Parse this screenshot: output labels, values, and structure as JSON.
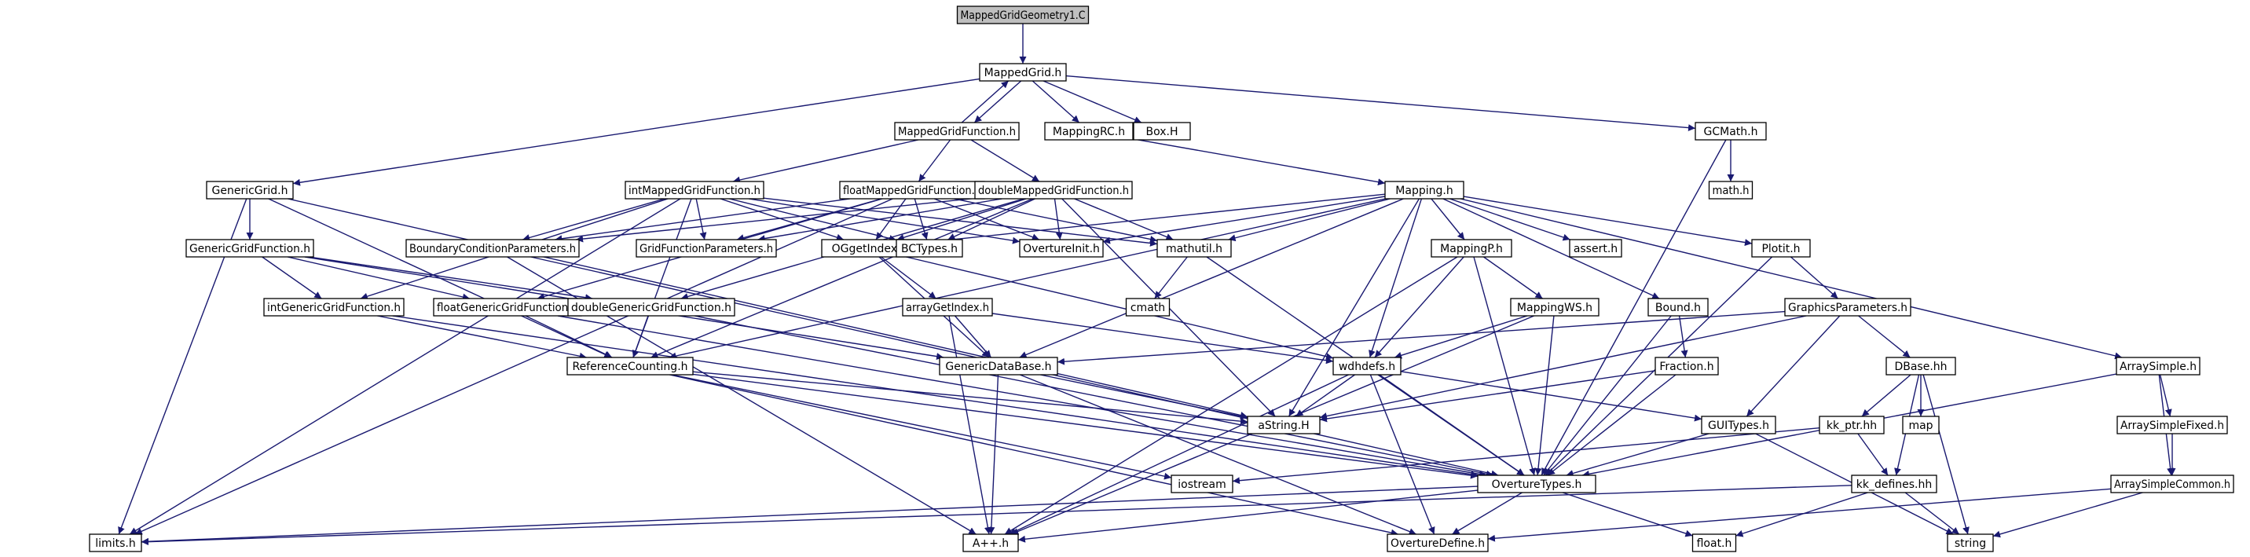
{
  "diagram": {
    "style": {
      "edge_color": "#191970",
      "node_fill": "#ffffff",
      "root_fill": "#bfbfbf",
      "border_normal": "#000000",
      "border_external": "#bfbfbf",
      "border_truncated": "#ff0000",
      "text_external": "#7f7f7f"
    },
    "nodes": [
      {
        "id": "n0",
        "label": "MappedGridGeometry1.C",
        "kind": "root"
      },
      {
        "id": "n1",
        "label": "MappedGrid.h",
        "kind": "normal"
      },
      {
        "id": "n2",
        "label": "MappedGridFunction.h",
        "kind": "normal"
      },
      {
        "id": "n3",
        "label": "MappingRC.h",
        "kind": "normal"
      },
      {
        "id": "n4",
        "label": "Box.H",
        "kind": "external"
      },
      {
        "id": "n5",
        "label": "GCMath.h",
        "kind": "normal"
      },
      {
        "id": "n6",
        "label": "GenericGrid.h",
        "kind": "normal"
      },
      {
        "id": "n7",
        "label": "intMappedGridFunction.h",
        "kind": "normal"
      },
      {
        "id": "n8",
        "label": "floatMappedGridFunction.h",
        "kind": "normal"
      },
      {
        "id": "n9",
        "label": "doubleMappedGridFunction.h",
        "kind": "normal"
      },
      {
        "id": "n10",
        "label": "Mapping.h",
        "kind": "normal"
      },
      {
        "id": "n11",
        "label": "math.h",
        "kind": "external"
      },
      {
        "id": "n12",
        "label": "GenericGridFunction.h",
        "kind": "normal"
      },
      {
        "id": "n13",
        "label": "BoundaryConditionParameters.h",
        "kind": "normal"
      },
      {
        "id": "n14",
        "label": "GridFunctionParameters.h",
        "kind": "normal"
      },
      {
        "id": "n15",
        "label": "OGgetIndex.h",
        "kind": "normal"
      },
      {
        "id": "n16",
        "label": "BCTypes.h",
        "kind": "normal"
      },
      {
        "id": "n17",
        "label": "OvertureInit.h",
        "kind": "normal"
      },
      {
        "id": "n18",
        "label": "mathutil.h",
        "kind": "normal"
      },
      {
        "id": "n19",
        "label": "MappingP.h",
        "kind": "normal"
      },
      {
        "id": "n20",
        "label": "assert.h",
        "kind": "external"
      },
      {
        "id": "n21",
        "label": "Plotit.h",
        "kind": "normal"
      },
      {
        "id": "n22",
        "label": "intGenericGridFunction.h",
        "kind": "normal"
      },
      {
        "id": "n23",
        "label": "floatGenericGridFunction.h",
        "kind": "normal"
      },
      {
        "id": "n24",
        "label": "doubleGenericGridFunction.h",
        "kind": "normal"
      },
      {
        "id": "n25",
        "label": "arrayGetIndex.h",
        "kind": "normal"
      },
      {
        "id": "n26",
        "label": "cmath",
        "kind": "external"
      },
      {
        "id": "n27",
        "label": "MappingWS.h",
        "kind": "normal"
      },
      {
        "id": "n28",
        "label": "Bound.h",
        "kind": "normal"
      },
      {
        "id": "n29",
        "label": "GraphicsParameters.h",
        "kind": "normal"
      },
      {
        "id": "n30",
        "label": "ReferenceCounting.h",
        "kind": "normal"
      },
      {
        "id": "n31",
        "label": "GenericDataBase.h",
        "kind": "normal"
      },
      {
        "id": "n32",
        "label": "wdhdefs.h",
        "kind": "normal"
      },
      {
        "id": "n33",
        "label": "Fraction.h",
        "kind": "normal"
      },
      {
        "id": "n34",
        "label": "DBase.hh",
        "kind": "normal"
      },
      {
        "id": "n35",
        "label": "ArraySimple.h",
        "kind": "normal"
      },
      {
        "id": "n36",
        "label": "aString.H",
        "kind": "normal"
      },
      {
        "id": "n37",
        "label": "GUITypes.h",
        "kind": "normal"
      },
      {
        "id": "n38",
        "label": "kk_ptr.hh",
        "kind": "truncated"
      },
      {
        "id": "n39",
        "label": "map",
        "kind": "external"
      },
      {
        "id": "n40",
        "label": "ArraySimpleFixed.h",
        "kind": "normal"
      },
      {
        "id": "n41",
        "label": "iostream",
        "kind": "external"
      },
      {
        "id": "n42",
        "label": "OvertureTypes.h",
        "kind": "normal"
      },
      {
        "id": "n43",
        "label": "kk_defines.hh",
        "kind": "truncated"
      },
      {
        "id": "n44",
        "label": "ArraySimpleCommon.h",
        "kind": "normal"
      },
      {
        "id": "n45",
        "label": "limits.h",
        "kind": "external"
      },
      {
        "id": "n46",
        "label": "A++.h",
        "kind": "normal"
      },
      {
        "id": "n47",
        "label": "OvertureDefine.h",
        "kind": "normal"
      },
      {
        "id": "n48",
        "label": "float.h",
        "kind": "external"
      },
      {
        "id": "n49",
        "label": "string",
        "kind": "external"
      }
    ]
  }
}
